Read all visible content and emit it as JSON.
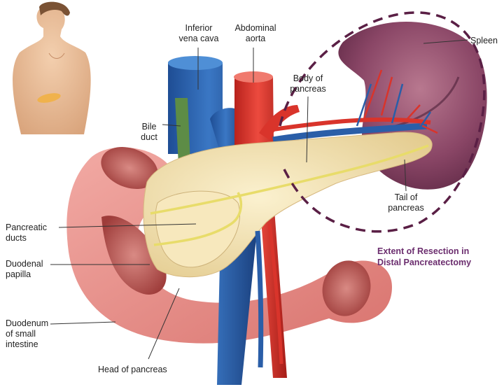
{
  "labels": {
    "inferior_vena_cava": "Inferior\nvena cava",
    "abdominal_aorta": "Abdominal\naorta",
    "body_of_pancreas": "Body of\npancreas",
    "spleen": "Spleen",
    "bile_duct": "Bile\nduct",
    "tail_of_pancreas": "Tail of\npancreas",
    "pancreatic_ducts": "Pancreatic\nducts",
    "duodenal_papilla": "Duodenal\npapilla",
    "duodenum": "Duodenum\nof small\nintestine",
    "head_of_pancreas": "Head of pancreas"
  },
  "resection_note": "Extent of Resection in\nDistal Pancreatectomy",
  "colors": {
    "note_text": "#6b2d6e",
    "resection_line": "#5a1f45",
    "vein": "#2a5ea8",
    "artery": "#d9342b",
    "bile_duct": "#5d8c46",
    "pancreas": "#f3e3b2",
    "pancreatic_duct": "#e8dc6a",
    "duodenum": "#e9938f",
    "spleen": "#7b3a5c"
  }
}
